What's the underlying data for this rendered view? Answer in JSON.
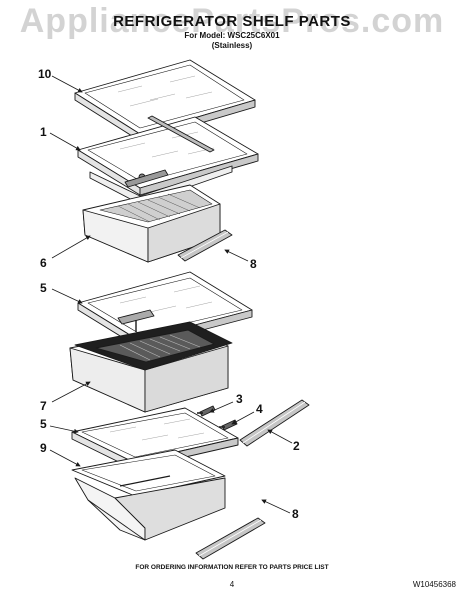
{
  "watermark": "AppliancePartsPros.com",
  "header": {
    "title": "REFRIGERATOR SHELF PARTS",
    "subtitle": "For Model: WSC25C6X01",
    "variant": "(Stainless)"
  },
  "callouts": [
    "10",
    "1",
    "6",
    "8",
    "5",
    "7",
    "3",
    "4",
    "2",
    "5",
    "9",
    "8"
  ],
  "footer": {
    "ordering_note": "FOR ORDERING INFORMATION REFER TO PARTS PRICE LIST",
    "page_number": "4",
    "doc_number": "W10456368"
  },
  "colors": {
    "line": "#1a1a1a",
    "shade": "#8a8a8a",
    "light": "#d0d0d0"
  }
}
